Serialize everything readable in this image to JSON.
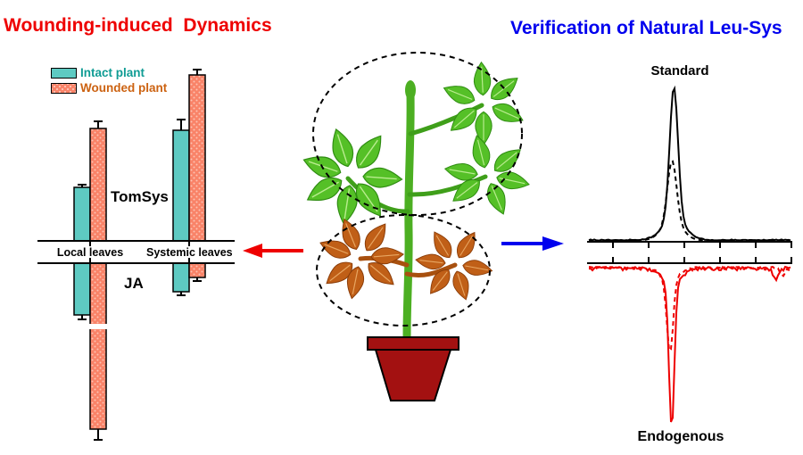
{
  "left_panel": {
    "title": "Wounding-induced  Dynamics"
  },
  "right_panel": {
    "title": "Verification of Natural Leu-Sys"
  },
  "colors": {
    "left_title": "#ee0000",
    "right_title": "#0000ee",
    "intact_bar": "#5ecac2",
    "wounded_bar": "#f98368",
    "intact_label_text": "#109c94",
    "wounded_label_text": "#cc6211",
    "healthy_leaf": "#55c027",
    "wounded_leaf": "#c05f17",
    "stem": "#4caf22",
    "pot": "#a31111",
    "standard_trace": "#000000",
    "endogenous_trace": "#ee0000",
    "left_arrow": "#ee0000",
    "right_arrow": "#0000ee"
  },
  "chart_data": [
    {
      "id": "wounding_induced_dynamics_bars",
      "type": "bar",
      "categories": [
        "Local leaves",
        "Systemic leaves"
      ],
      "legend_position": "top-left",
      "y_axis_visible": false,
      "panels": [
        {
          "label": "TomSys",
          "direction": "up",
          "series": [
            {
              "name": "Intact plant",
              "color": "#5ecac2",
              "values": [
                30,
                62
              ],
              "errors": [
                1.5,
                6
              ]
            },
            {
              "name": "Wounded plant",
              "color": "#f98368",
              "values": [
                63,
                93
              ],
              "errors": [
                4,
                3
              ]
            }
          ]
        },
        {
          "label": "JA",
          "direction": "down",
          "series": [
            {
              "name": "Intact plant",
              "color": "#5ecac2",
              "values": [
                29,
                16
              ],
              "errors": [
                2.5,
                2
              ]
            },
            {
              "name": "Wounded plant",
              "color": "#f98368",
              "values": [
                93,
                8
              ],
              "errors": [
                6,
                2
              ],
              "axis_break": {
                "category_index": 0,
                "at": 34,
                "gap": 3
              }
            }
          ]
        }
      ]
    },
    {
      "id": "standard_chromatogram",
      "type": "line",
      "title": "Standard",
      "orientation": "peak-up",
      "x_axis": {
        "ticks": 6,
        "labels_visible": false
      },
      "traces": [
        {
          "style": "solid",
          "color": "#000000",
          "noise": 0.005,
          "seed": 3,
          "peak": {
            "center": 0.423,
            "h1": 0.86,
            "s1": 0.02,
            "h2": 0.14,
            "s2": 0.055
          }
        },
        {
          "style": "dashed",
          "color": "#000000",
          "noise": 0.0,
          "seed": 5,
          "peak": {
            "center": 0.414,
            "h1": 0.4,
            "s1": 0.022,
            "h2": 0.12,
            "s2": 0.05
          }
        }
      ]
    },
    {
      "id": "endogenous_chromatogram",
      "type": "line",
      "title": "Endogenous",
      "orientation": "peak-down",
      "x_axis": {
        "ticks": 6,
        "labels_visible": false
      },
      "traces": [
        {
          "style": "solid",
          "color": "#ee0000",
          "noise": 0.018,
          "seed": 7,
          "peak": {
            "center": 0.412,
            "h1": 0.9,
            "s1": 0.013,
            "h2": 0.1,
            "s2": 0.045,
            "minor": [
              {
                "c": 0.92,
                "h": 0.07,
                "s": 0.012
              }
            ]
          }
        },
        {
          "style": "dashed",
          "color": "#ee0000",
          "noise": 0.016,
          "seed": 11,
          "peak": {
            "center": 0.404,
            "h1": 0.45,
            "s1": 0.015,
            "h2": 0.08,
            "s2": 0.042,
            "minor": [
              {
                "c": 0.955,
                "h": 0.05,
                "s": 0.01
              }
            ]
          }
        }
      ]
    }
  ]
}
